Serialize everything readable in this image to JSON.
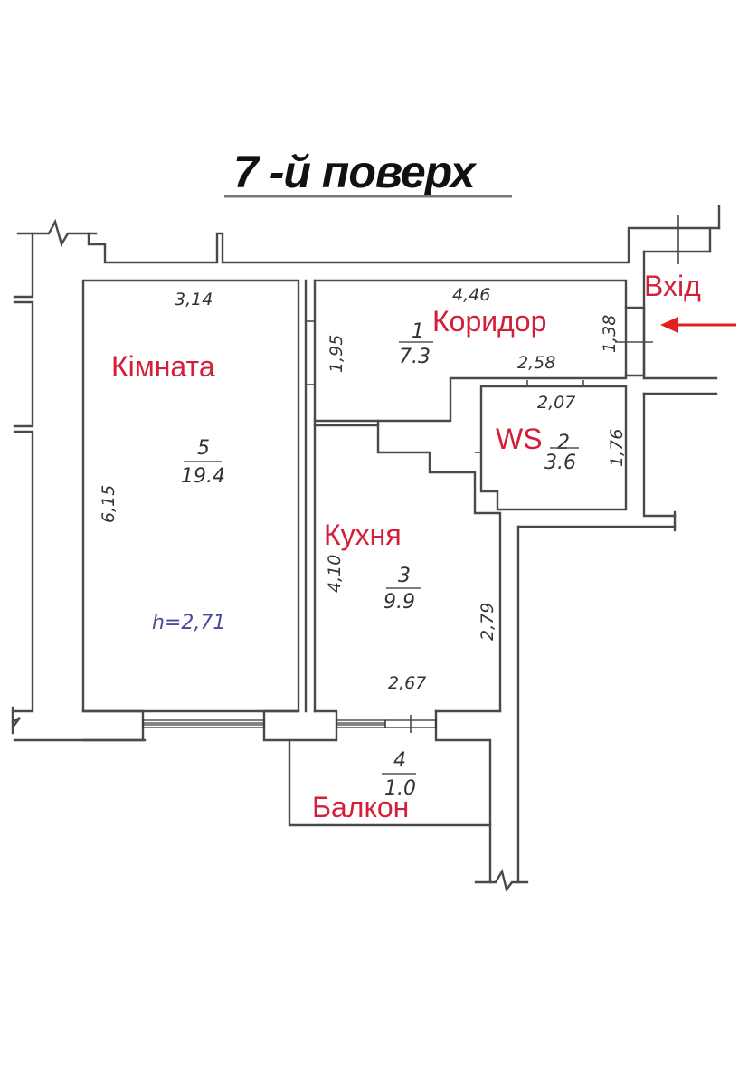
{
  "title": "7 -й поверх",
  "colors": {
    "wall": "#4a4a4a",
    "label": "#d2203a",
    "dimension": "#333333",
    "height": "#4a4a9a",
    "title": "#111111",
    "arrow": "#e02020"
  },
  "rooms": [
    {
      "id": "room-5",
      "name": "Кімната",
      "number": "5",
      "area": "19.4",
      "dims": {
        "top": "3,14",
        "left": "6,15"
      }
    },
    {
      "id": "room-1",
      "name": "Коридор",
      "number": "1",
      "area": "7.3",
      "dims": {
        "top": "4,46",
        "left": "1,95",
        "right": "1,38",
        "bottom": "2,58"
      }
    },
    {
      "id": "room-2",
      "name": "WS",
      "number": "2",
      "area": "3.6",
      "dims": {
        "top": "2,07",
        "right": "1,76"
      }
    },
    {
      "id": "room-3",
      "name": "Кухня",
      "number": "3",
      "area": "9.9",
      "dims": {
        "left": "4,10",
        "right": "2,79",
        "bottom": "2,67"
      }
    },
    {
      "id": "room-4",
      "name": "Балкон",
      "number": "4",
      "area": "1.0"
    }
  ],
  "ceiling_height": "h=2,71",
  "entrance": {
    "label": "Вхід",
    "arrow_icon": "arrow-left-icon"
  }
}
